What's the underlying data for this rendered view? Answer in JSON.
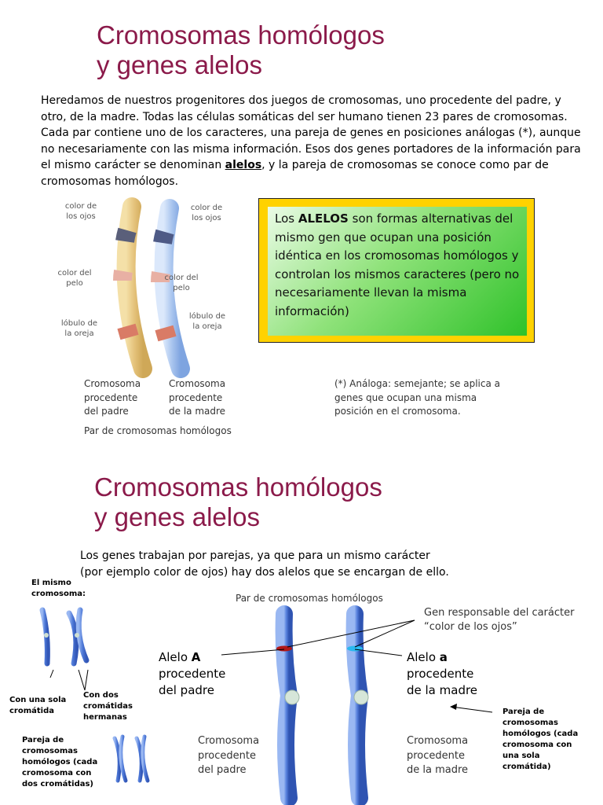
{
  "slide1": {
    "title_line1": "Cromosomas homólogos",
    "title_line2": "y genes alelos",
    "para_part1": "Heredamos de nuestros progenitores dos juegos de cromosomas, uno procedente del padre, y otro, de la madre. Todas las células somáticas del ser humano tienen 23 pares de cromosomas. Cada par contiene uno de los caracteres, una pareja de genes en posiciones análogas (*), aunque no necesariamente con las misma información. Esos dos genes portadores de la información para el mismo carácter se denominan ",
    "para_bold": "alelos",
    "para_part2": ", y la pareja de cromosomas se conoce como par de cromosomas homólogos.",
    "left_labels": {
      "eyes": [
        "color de",
        "los ojos"
      ],
      "hair": [
        "color del",
        "pelo"
      ],
      "lobe": [
        "lóbulo de",
        "la oreja"
      ]
    },
    "right_labels": {
      "eyes": [
        "color de",
        "los ojos"
      ],
      "hair": [
        "color del",
        "pelo"
      ],
      "lobe": [
        "lóbulo de",
        "la oreja"
      ]
    },
    "caption_father": [
      "Cromosoma",
      "procedente",
      "del padre"
    ],
    "caption_mother": [
      "Cromosoma",
      "procedente",
      "de la madre"
    ],
    "caption_pair": "Par de cromosomas homólogos",
    "def_prefix": "Los ",
    "def_bold": "ALELOS",
    "def_rest": " son formas alternativas del mismo gen que ocupan una posición idéntica en los cromosomas homólogos y controlan los mismos caracteres (pero no necesariamente llevan la misma información)",
    "footnote": [
      "(*) Análoga: semejante; se aplica a",
      "genes que ocupan una misma",
      "posición en el cromosoma."
    ]
  },
  "slide2": {
    "title_line1": "Cromosomas homólogos",
    "title_line2": "y genes alelos",
    "intro_line1": "Los genes trabajan por parejas, ya que para un mismo carácter",
    "intro_line2": "(por ejemplo color de ojos) hay dos alelos que se encargan de ello.",
    "same_chromosome": [
      "El mismo",
      "cromosoma:"
    ],
    "one_chromatid": [
      "Con una sola",
      "cromátida"
    ],
    "two_chromatids": [
      "Con dos",
      "cromátidas",
      "hermanas"
    ],
    "pair_two_chromatids": [
      "Pareja de",
      "cromosomas",
      "homólogos (cada",
      "cromosoma con",
      "dos cromátidas)"
    ],
    "pair_header": "Par de cromosomas homólogos",
    "gene_label": [
      "Gen responsable del carácter",
      "“color de los ojos”"
    ],
    "allele_A_prefix": "Alelo ",
    "allele_A_letter": "A",
    "allele_A_rest": [
      "procedente",
      "del padre"
    ],
    "allele_a_prefix": "Alelo ",
    "allele_a_letter": "a",
    "allele_a_rest": [
      "procedente",
      "de la madre"
    ],
    "pair_one_chromatid": [
      "Pareja de",
      "cromosomas",
      "homólogos (cada",
      "cromosoma con",
      "una sola",
      "cromátida)"
    ],
    "caption_father": [
      "Cromosoma",
      "procedente",
      "del padre"
    ],
    "caption_mother": [
      "Cromosoma",
      "procedente",
      "de la madre"
    ]
  },
  "colors": {
    "title": "#8b1a4a",
    "box_border": "#ffd200",
    "father_chromosome": "#e9c983",
    "mother_chromosome": "#a9c6f0",
    "chromosome_blue": "#4a73d8",
    "allele_A": "#b01818",
    "allele_a": "#2ab8f0"
  }
}
